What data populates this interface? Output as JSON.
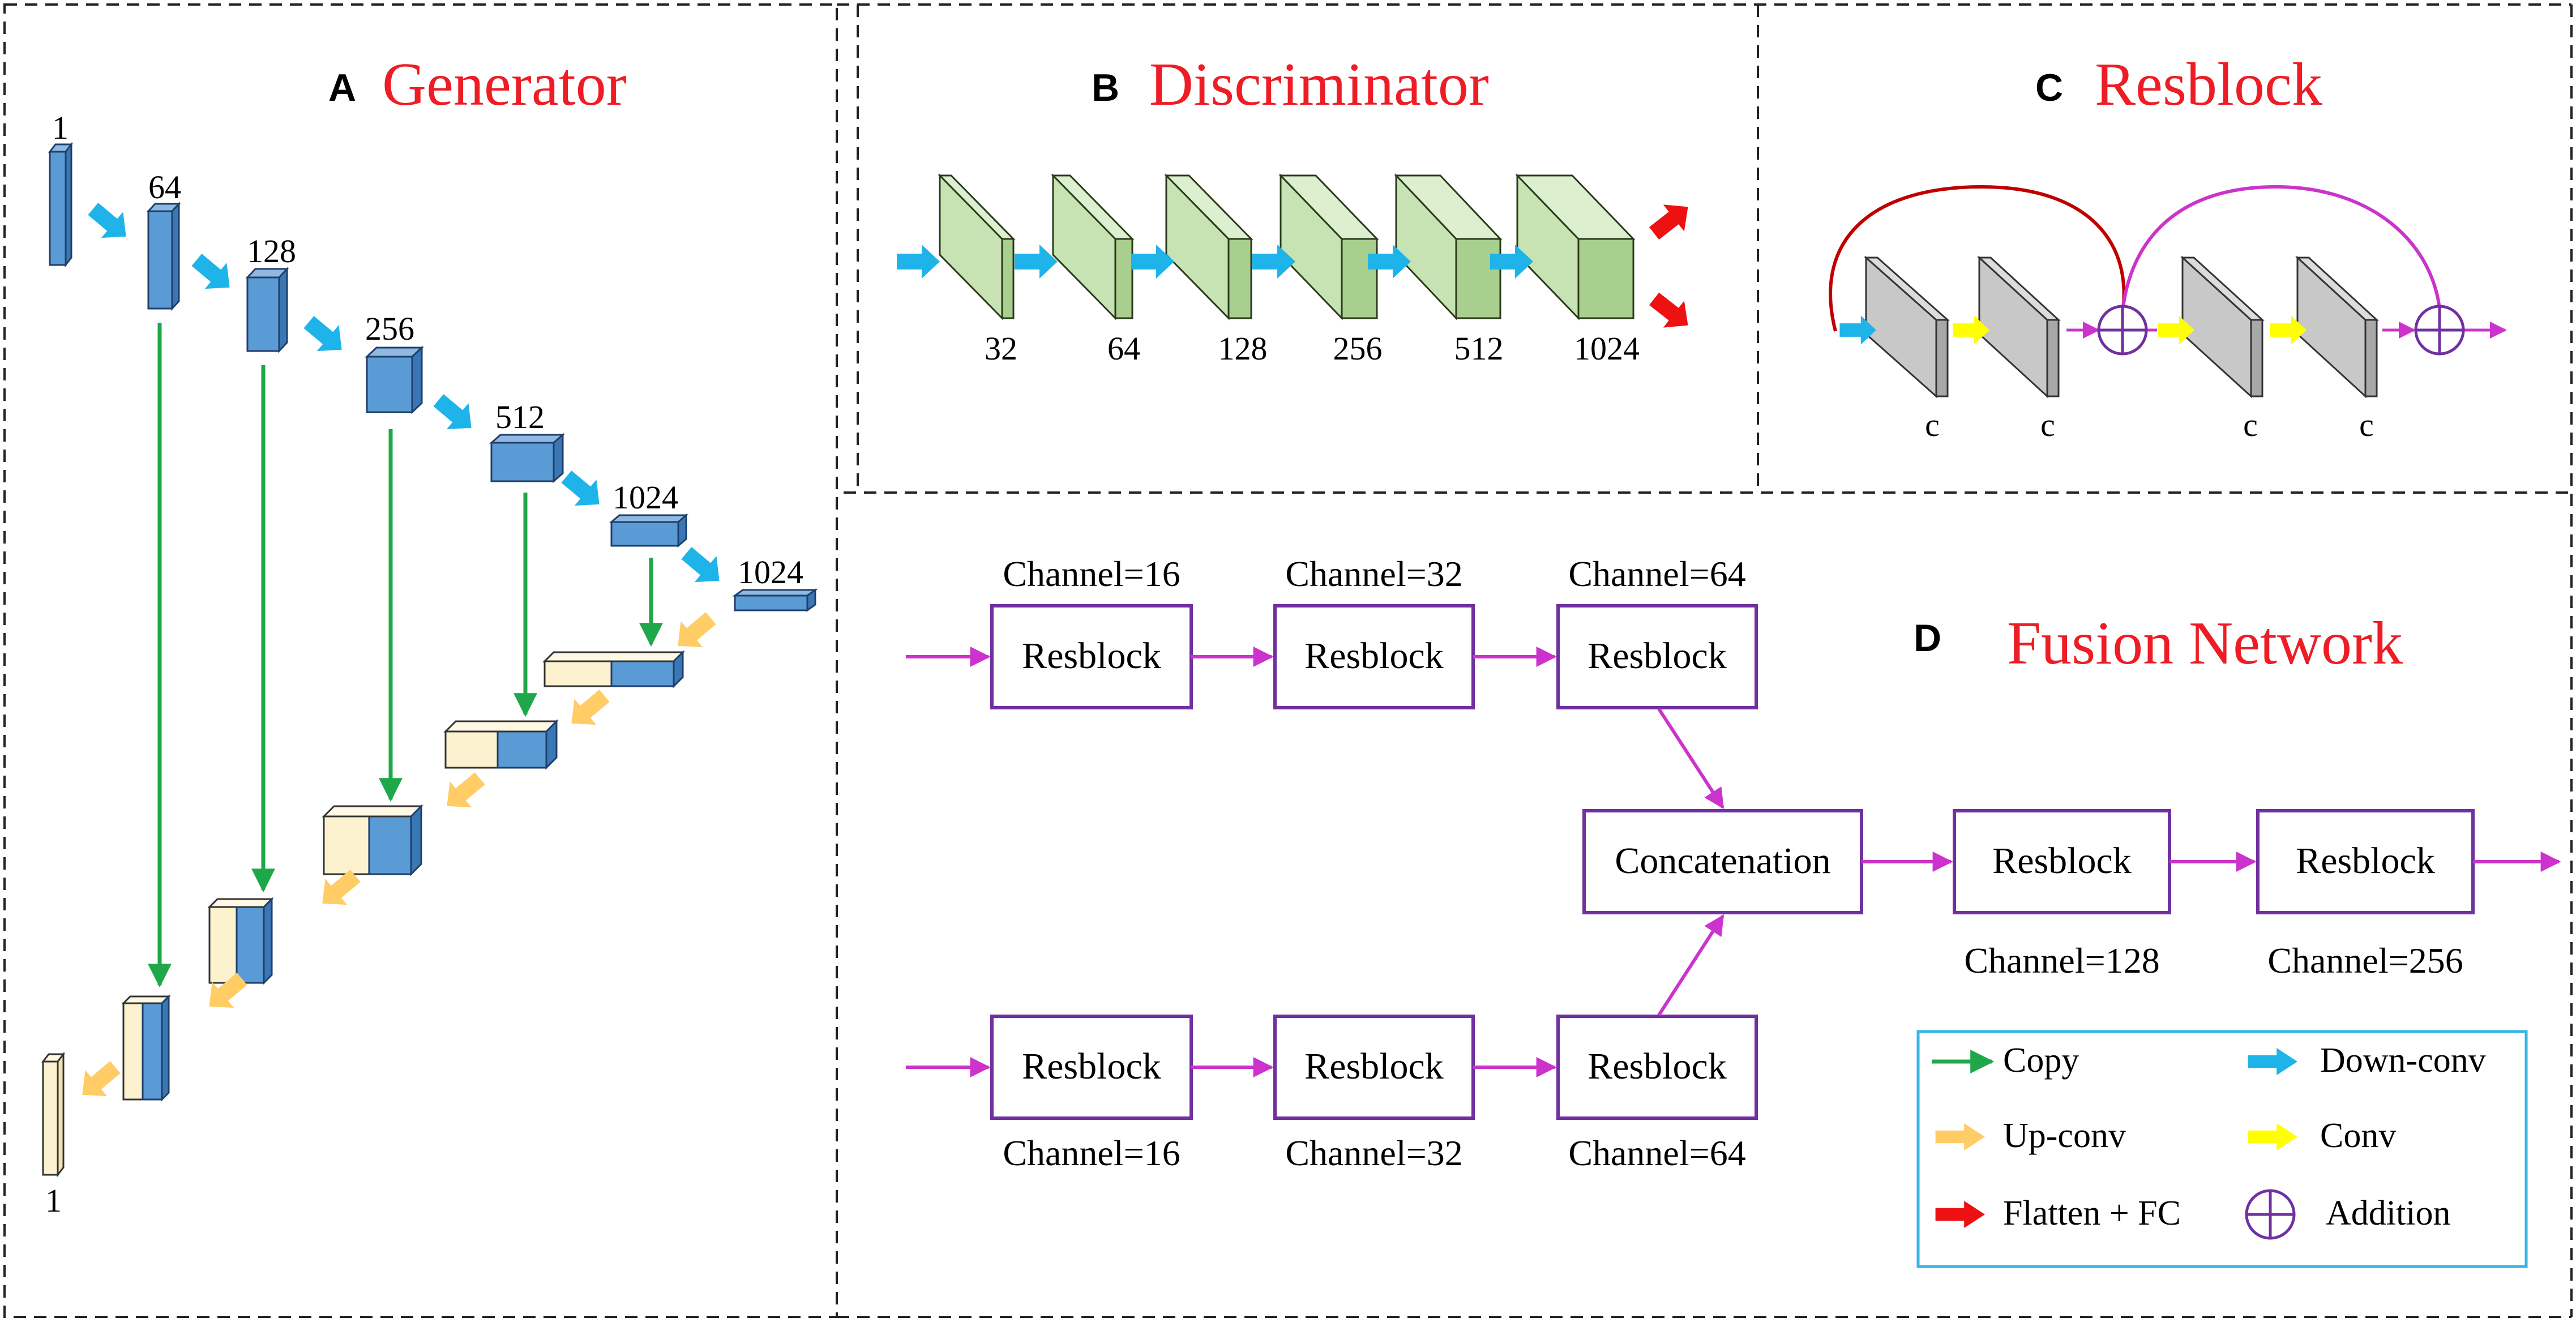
{
  "panels": {
    "generator": {
      "letter": "A",
      "title": "Generator",
      "encoder_labels": [
        "1",
        "64",
        "128",
        "256",
        "512",
        "1024",
        "1024"
      ],
      "output_label": "1"
    },
    "discriminator": {
      "letter": "B",
      "title": "Discriminator",
      "channel_labels": [
        "32",
        "64",
        "128",
        "256",
        "512",
        "1024"
      ]
    },
    "resblock": {
      "letter": "C",
      "title": "Resblock",
      "channel_labels": [
        "c",
        "c",
        "c",
        "c"
      ]
    },
    "fusion": {
      "letter": "D",
      "title": "Fusion Network",
      "top_row": {
        "blocks": [
          "Resblock",
          "Resblock",
          "Resblock"
        ],
        "channels": [
          "Channel=16",
          "Channel=32",
          "Channel=64"
        ]
      },
      "bottom_row": {
        "blocks": [
          "Resblock",
          "Resblock",
          "Resblock"
        ],
        "channels": [
          "Channel=16",
          "Channel=32",
          "Channel=64"
        ]
      },
      "concat_label": "Concatenation",
      "tail": {
        "blocks": [
          "Resblock",
          "Resblock"
        ],
        "channels": [
          "Channel=128",
          "Channel=256"
        ]
      }
    }
  },
  "legend": {
    "copy": "Copy",
    "down_conv": "Down-conv",
    "up_conv": "Up-conv",
    "conv": "Conv",
    "flatten_fc": "Flatten + FC",
    "addition": "Addition"
  },
  "colors": {
    "title_red": "#ee1c25",
    "encoder_blue": "#5b9bd5",
    "decoder_cream": "#fdf2d0",
    "down_arrow": "#1eb4ea",
    "up_arrow": "#ffcc66",
    "copy_green": "#1fa84a",
    "disc_green": "#c7e3b4",
    "conv_yellow": "#ffff00",
    "res_red": "#c00000",
    "res_magenta": "#cc33cc",
    "fusion_purple": "#7030a0",
    "legend_border": "#33b6e6",
    "flatten_red": "#ee1111"
  }
}
